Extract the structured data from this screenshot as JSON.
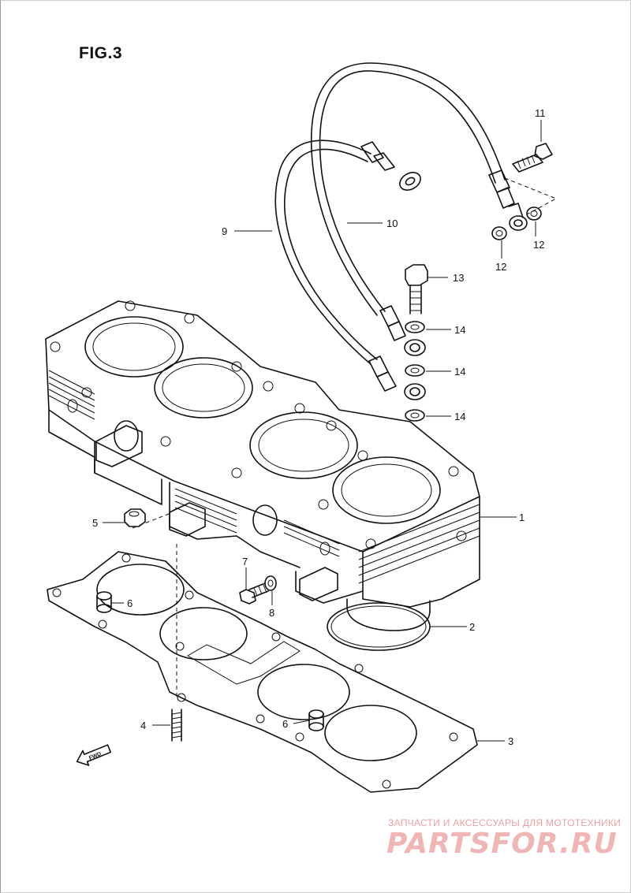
{
  "figure": {
    "title": "FIG.3"
  },
  "callouts": {
    "c1": "1",
    "c2": "2",
    "c3": "3",
    "c4": "4",
    "c5": "5",
    "c6a": "6",
    "c6b": "6",
    "c7": "7",
    "c8": "8",
    "c9": "9",
    "c10": "10",
    "c11": "11",
    "c12a": "12",
    "c12b": "12",
    "c13": "13",
    "c14a": "14",
    "c14b": "14",
    "c14c": "14"
  },
  "direction_arrow": {
    "text": "FWD",
    "icon": "fwd-arrow-icon"
  },
  "watermark": {
    "caption": "ЗАПЧАСТИ И АКСЕССУАРЫ ДЛЯ МОТОТЕХНИКИ",
    "logo": "PARTSFOR.RU",
    "color": "#f0b5b5"
  }
}
